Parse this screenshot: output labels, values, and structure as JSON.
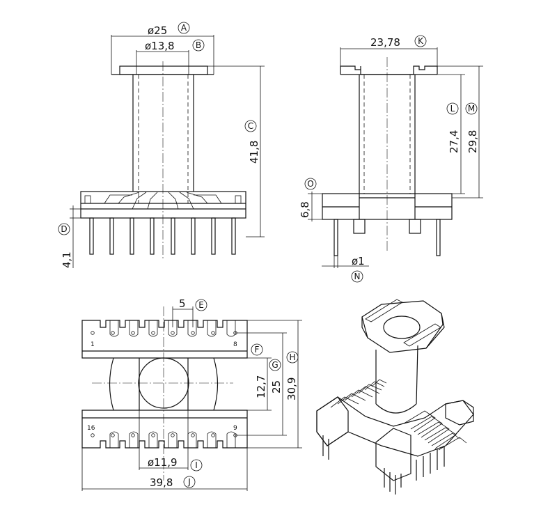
{
  "front_view": {
    "dim_A": "ø25",
    "label_A": "A",
    "dim_B": "ø13,8",
    "label_B": "B",
    "dim_C": "41,8",
    "label_C": "C",
    "label_D": "D",
    "dim_D": "4,1"
  },
  "side_view": {
    "dim_K": "23,78",
    "label_K": "K",
    "dim_L": "27,4",
    "label_L": "L",
    "dim_M": "29,8",
    "label_M": "M",
    "dim_O": "6,8",
    "label_O": "O",
    "dim_N": "ø1",
    "label_N": "N"
  },
  "bottom_view": {
    "dim_E": "5",
    "label_E": "E",
    "label_F": "F",
    "dim_G": "25",
    "label_G": "G",
    "dim_H": "30,9",
    "label_H": "H",
    "dim_12_7": "12,7",
    "dim_I": "ø11,9",
    "label_I": "I",
    "dim_J": "39,8",
    "label_J": "J",
    "pin_1": "1",
    "pin_8": "8",
    "pin_9": "9",
    "pin_16": "16"
  }
}
